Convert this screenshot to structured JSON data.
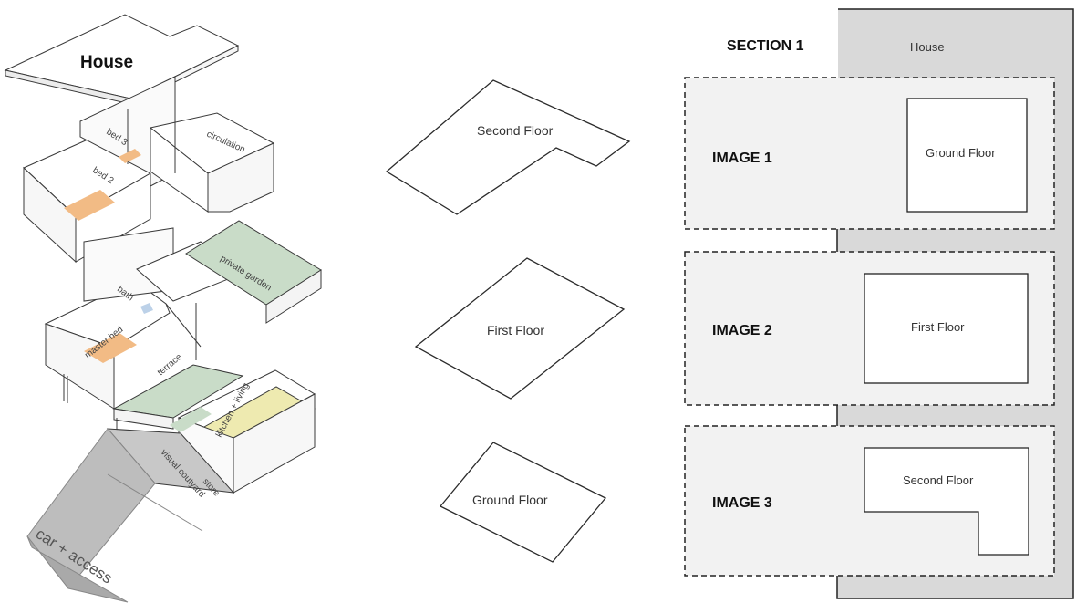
{
  "axonometric": {
    "title": "House",
    "rooms": {
      "bed3": "bed 3",
      "bed2": "bed 2",
      "circulation": "circulation",
      "bath": "bath",
      "private_garden": "private garden",
      "master_bed": "master bed",
      "terrace": "terrace",
      "kitchen_living": "kitchen + living",
      "visual_courtyard": "visual coutyard",
      "store": "store",
      "car_access": "car + access"
    }
  },
  "floor_outlines": {
    "second": "Second Floor",
    "first": "First Floor",
    "ground": "Ground Floor"
  },
  "section_panel": {
    "title": "SECTION 1",
    "house_label": "House",
    "images": [
      {
        "label": "IMAGE 1",
        "floor": "Ground Floor"
      },
      {
        "label": "IMAGE 2",
        "floor": "First Floor"
      },
      {
        "label": "IMAGE 3",
        "floor": "Second Floor"
      }
    ]
  },
  "colors": {
    "line": "#3a3a3a",
    "orange": "#f2bb85",
    "green": "#c9dcc8",
    "yellow": "#eeeab0",
    "gray": "#bdbdbd",
    "panel": "#d9d9d9",
    "box": "#f2f2f2"
  }
}
